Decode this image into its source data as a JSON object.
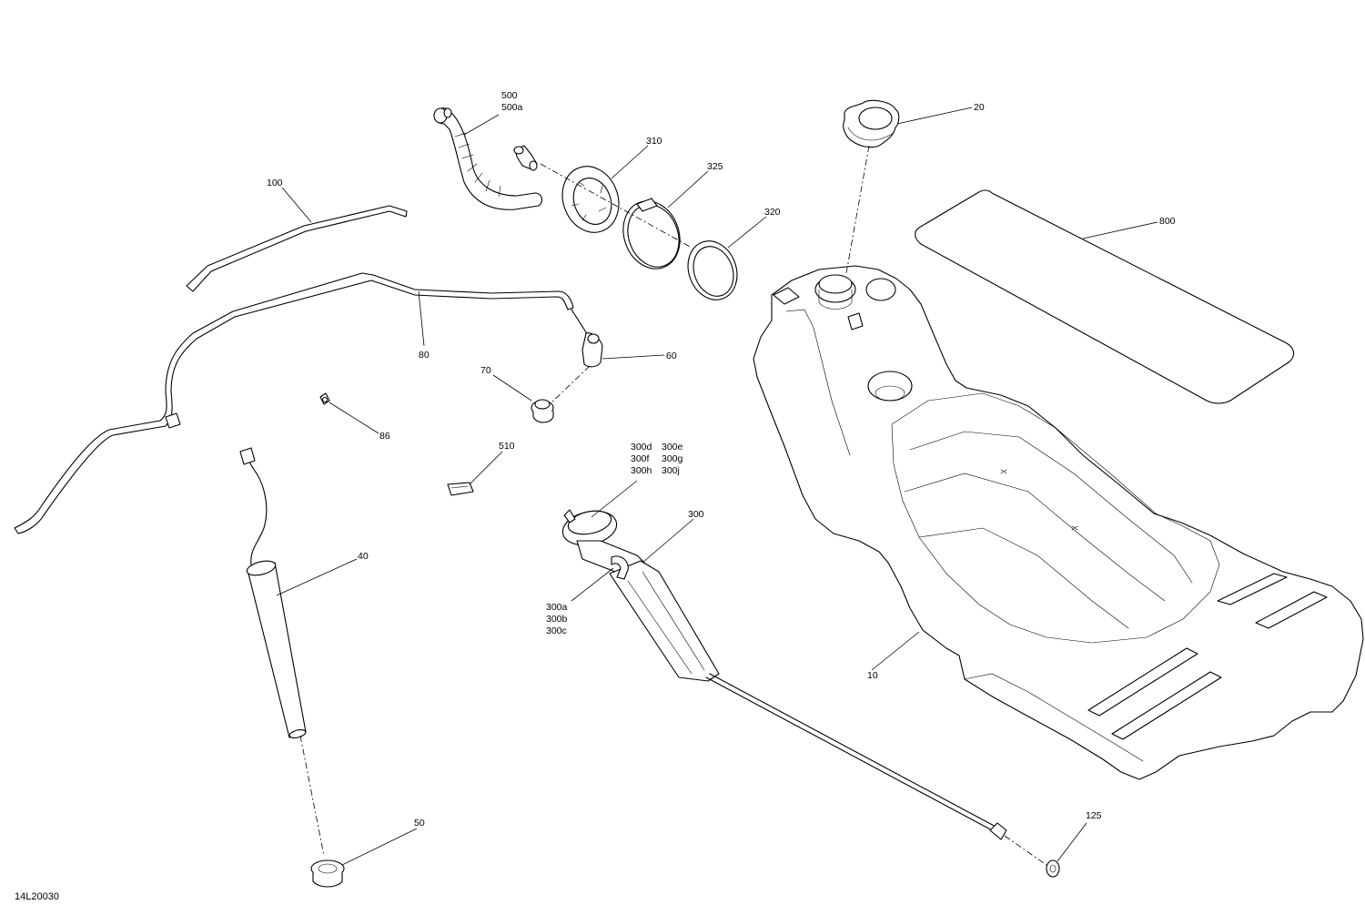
{
  "drawing_ref": "14L20030",
  "callouts": {
    "c500": "500",
    "c500a": "500a",
    "c310": "310",
    "c325": "325",
    "c320": "320",
    "c20": "20",
    "c800": "800",
    "c100": "100",
    "c80": "80",
    "c60": "60",
    "c70": "70",
    "c86": "86",
    "c510": "510",
    "c300d": "300d",
    "c300e": "300e",
    "c300f": "300f",
    "c300g": "300g",
    "c300h": "300h",
    "c300j": "300j",
    "c300": "300",
    "c40": "40",
    "c300a": "300a",
    "c300b": "300b",
    "c300c": "300c",
    "c10": "10",
    "c125": "125",
    "c50": "50"
  }
}
